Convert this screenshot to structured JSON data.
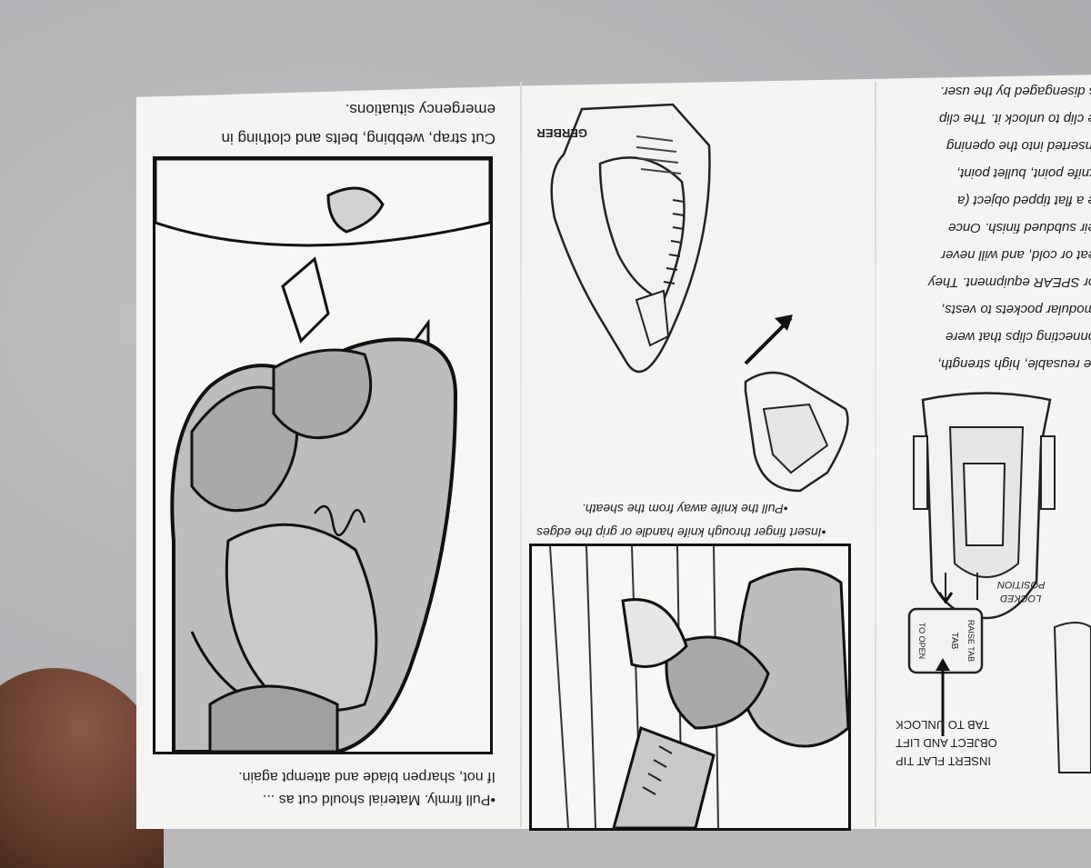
{
  "left_column": {
    "caption_top": [
      "Cut strap, webbing, belts and clothing in",
      "emergency situations."
    ],
    "caption_bottom": [
      "•Pull firmly. Material should cut as ... ",
      "If not, sharpen blade and attempt again."
    ]
  },
  "middle_column": {
    "knife_brand": "GERBER",
    "caption_lines": [
      "•Insert finger through knife handle or grip the edges",
      "•Pull the knife away from the sheath."
    ]
  },
  "right_column": {
    "text_lines": [
      "s disengaged by the user.",
      "e clip to unlock it. The clip",
      "inserted into the opening",
      "knife point, bullet point,",
      "e a flat tipped object (a",
      "eir subdued finish. Once",
      "eat or cold, and will never",
      "or SPEAR equipment. They",
      "modular pockets to vests,",
      "onnecting clips that were",
      "re reusable, high strength,"
    ],
    "locked_position": [
      "LOCKED",
      "POSITION"
    ],
    "tab_labels": {
      "raise_tab": "RAISE TAB",
      "to_open": "TO OPEN",
      "tab": "TAB"
    },
    "instruction": [
      "INSERT FLAT TIP",
      "OBJECT AND LIFT",
      "TAB TO UNLOCK"
    ]
  },
  "colors": {
    "ink": "#1d1d1d",
    "paper": "#f4f4f2",
    "glove": "#bdbdbd",
    "background": "#b9b9bb"
  }
}
